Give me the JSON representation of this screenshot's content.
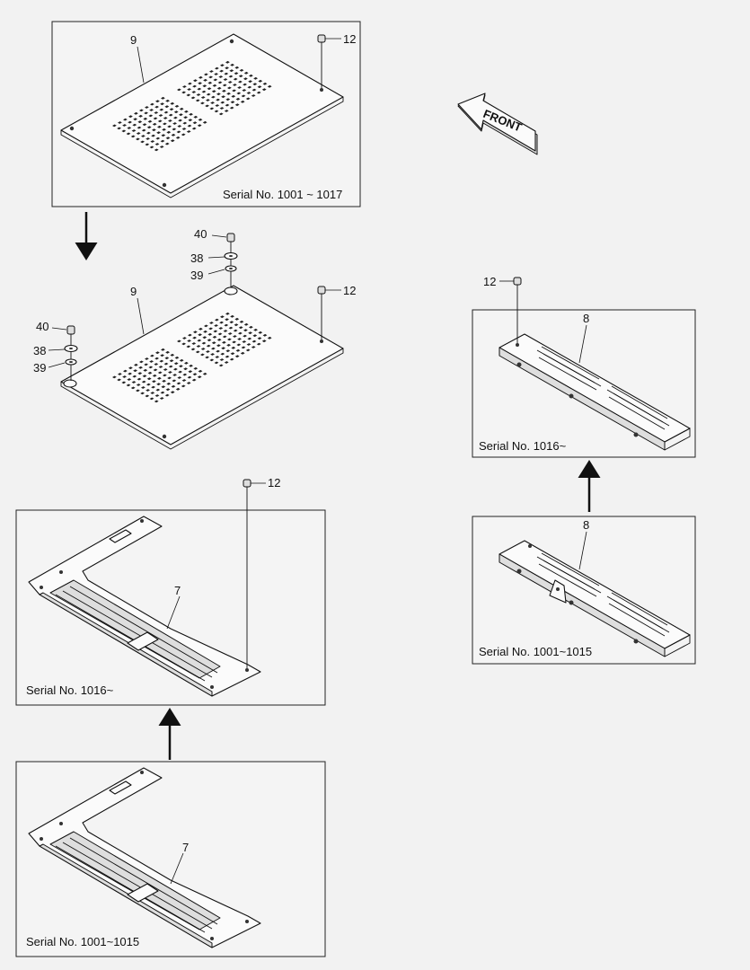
{
  "front_label": "FRONT",
  "panels": {
    "top_cover_old": {
      "serial": "Serial No. 1001 ~ 1017",
      "label_cover": "9",
      "label_screw": "12"
    },
    "top_cover_new": {
      "label_cover": "9",
      "label_screw": "12",
      "label_40a": "40",
      "label_38a": "38",
      "label_39a": "39",
      "label_40b": "40",
      "label_38b": "38",
      "label_39b": "39"
    },
    "rail_new_right": {
      "serial": "Serial No. 1016~",
      "label_rail": "8",
      "label_screw": "12"
    },
    "rail_old_right": {
      "serial": "Serial No. 1001~1015",
      "label_rail": "8"
    },
    "frame_new_left": {
      "serial": "Serial No. 1016~",
      "label_frame": "7",
      "label_screw": "12"
    },
    "frame_old_left": {
      "serial": "Serial No. 1001~1015",
      "label_frame": "7"
    }
  }
}
